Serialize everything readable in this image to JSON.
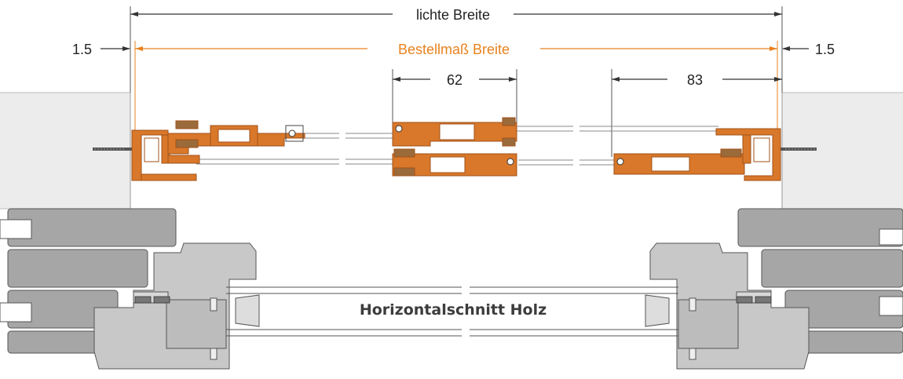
{
  "labels": {
    "clear_width": "lichte Breite",
    "order_width": "Bestellmaß Breite",
    "gap_left": "1.5",
    "gap_right": "1.5",
    "dim_middle": "62",
    "dim_right": "83",
    "section_caption": "Horizontalschnitt Holz"
  },
  "colors": {
    "profile": "#d9782a",
    "profile_edge": "#a0521a",
    "order_dimension": "#e8821e",
    "wall": "#ececec",
    "wood_frame": "#a6a6a6",
    "wood_sash": "#c8c8c8",
    "line": "#333333"
  }
}
